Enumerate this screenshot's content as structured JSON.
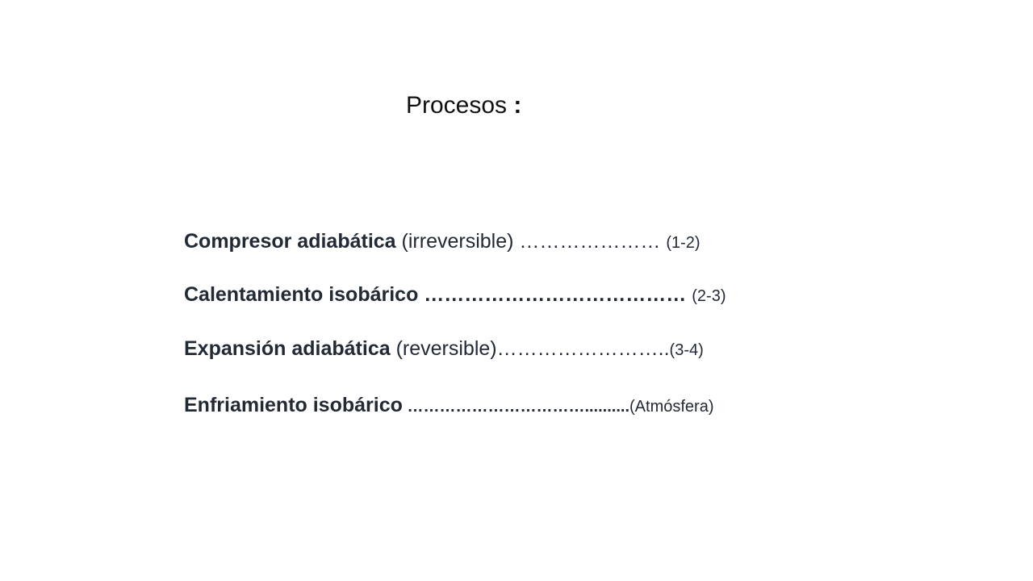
{
  "title": {
    "text": "Procesos",
    "colon": ":"
  },
  "processes": [
    {
      "name": "Compresor adiabática",
      "qualifier": " (irreversible)",
      "dots": " ………………… ",
      "tag": "(1-2)"
    },
    {
      "name": "Calentamiento isobárico",
      "qualifier": "",
      "dots": " ………………………………… ",
      "tag": "(2-3)"
    },
    {
      "name": "Expansión adiabática",
      "qualifier": " (reversible)",
      "dots": "……………………..",
      "tag": "(3-4)"
    },
    {
      "name": "Enfriamiento isobárico",
      "qualifier": "",
      "dots": " ……………………………..........",
      "tag": "(Atmósfera)"
    }
  ]
}
